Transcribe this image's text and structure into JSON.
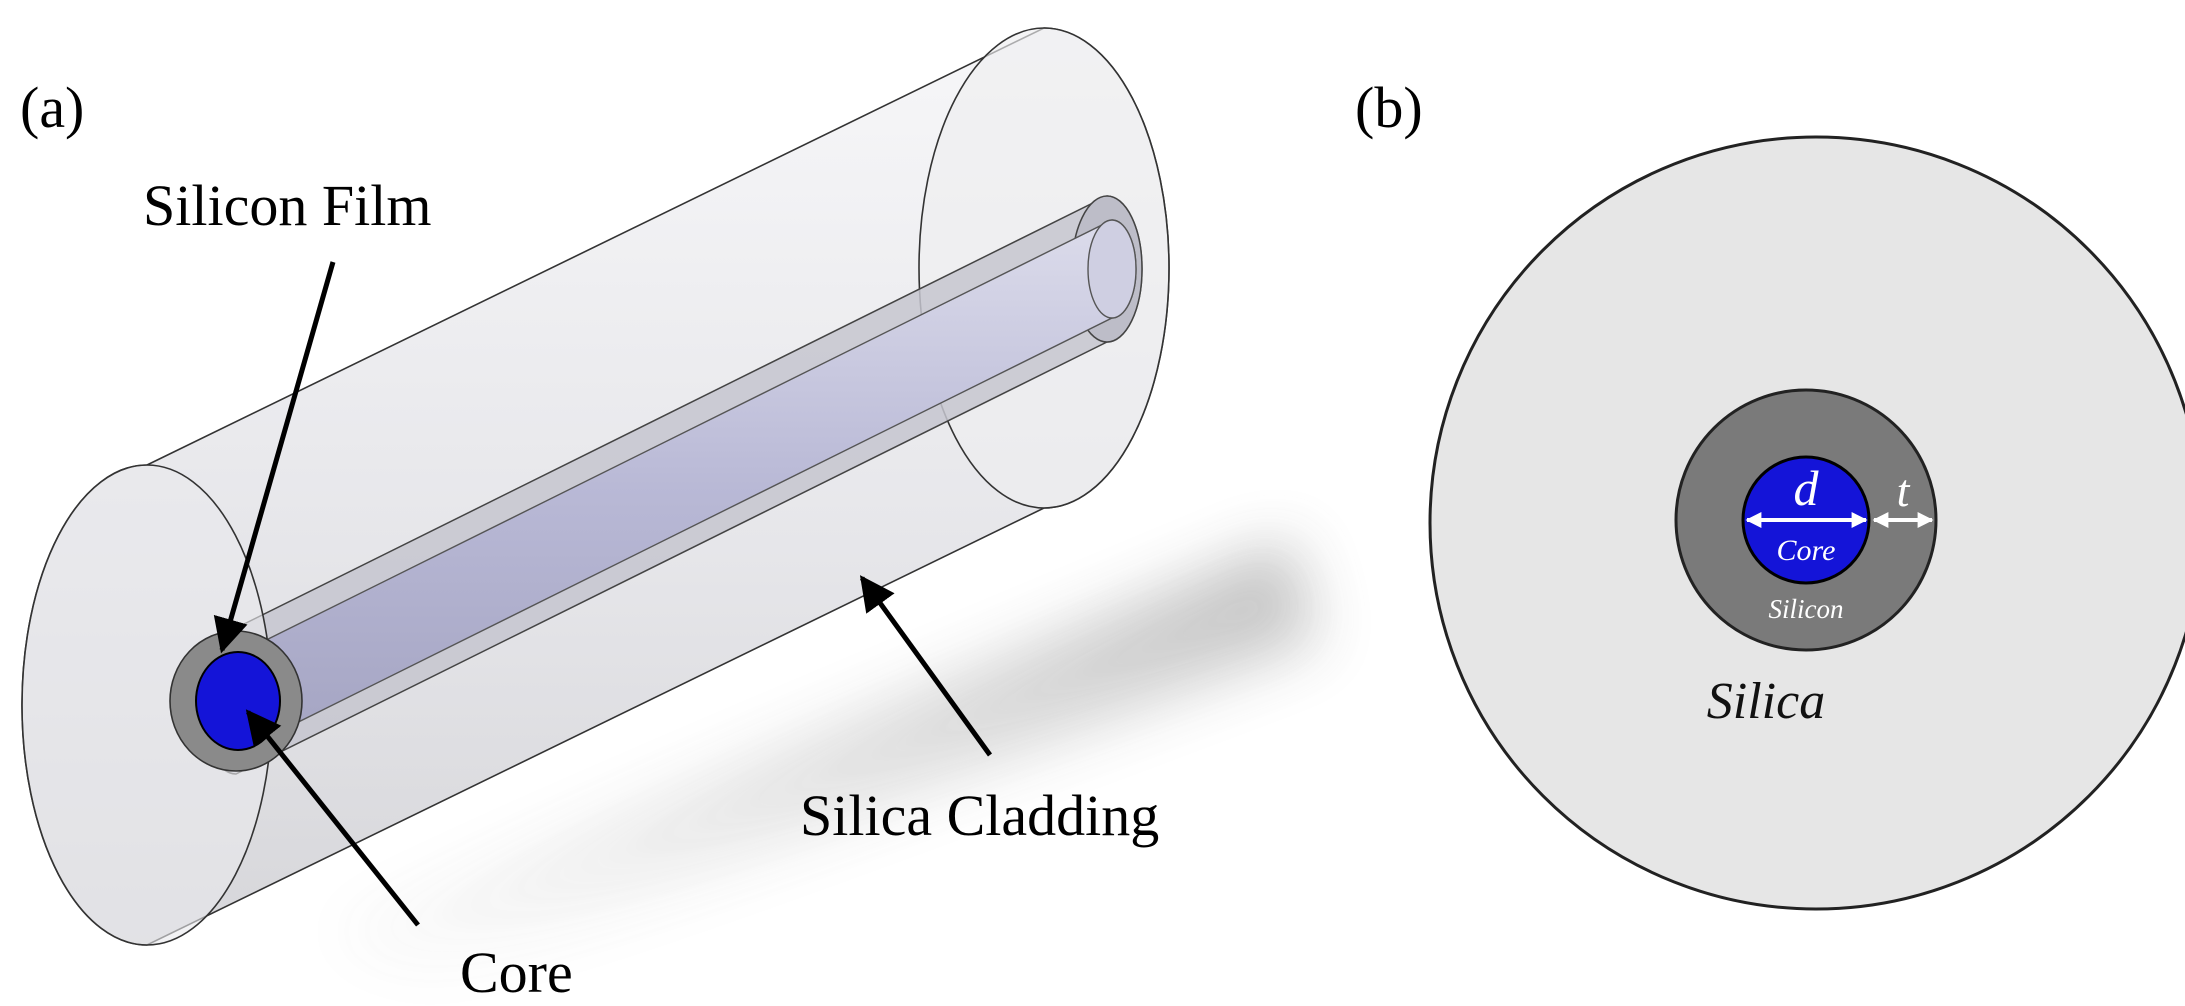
{
  "panel_a": {
    "label": "(a)",
    "labels": {
      "silicon_film": "Silicon Film",
      "core": "Core",
      "silica_cladding": "Silica Cladding"
    }
  },
  "panel_b": {
    "label": "(b)",
    "labels": {
      "core_diameter_symbol": "d",
      "film_thickness_symbol": "t",
      "core": "Core",
      "silicon": "Silicon",
      "silica": "Silica"
    }
  },
  "colors": {
    "core": "#1414d8",
    "silicon": "#7a7a7a",
    "silica": "#e6e6e6",
    "outline": "#222222"
  }
}
